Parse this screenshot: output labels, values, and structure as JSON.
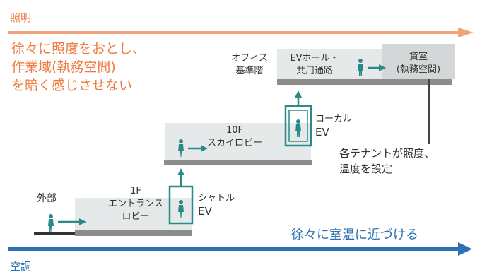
{
  "lighting": {
    "title": "照明",
    "line1": "徐々に照度をおとし、",
    "line2": "作業域(執務空間)",
    "line3": "を暗く感じさせない",
    "color": "#ee7d43"
  },
  "aircon": {
    "title": "空調",
    "caption": "徐々に室温に近づける",
    "color": "#2f6fb3"
  },
  "levels": {
    "outside": "外部",
    "lobby_1f_line1": "1F",
    "lobby_1f_line2": "エントランス",
    "lobby_1f_line3": "ロビー",
    "sky_10f_line1": "10F",
    "sky_10f_line2": "スカイロビー",
    "office_floor_line1": "オフィス",
    "office_floor_line2": "基準階",
    "ev_hall_line1": "EVホール・",
    "ev_hall_line2": "共用通路",
    "tenant_line1": "貸室",
    "tenant_line2": "(執務空間)"
  },
  "elevators": {
    "shuttle_line1": "シャトル",
    "shuttle_line2": "EV",
    "local_line1": "ローカル",
    "local_line2": "EV"
  },
  "note": {
    "line1": "各テナントが照度、",
    "line2": "温度を設定"
  },
  "accent_color": "#2a8a8a"
}
